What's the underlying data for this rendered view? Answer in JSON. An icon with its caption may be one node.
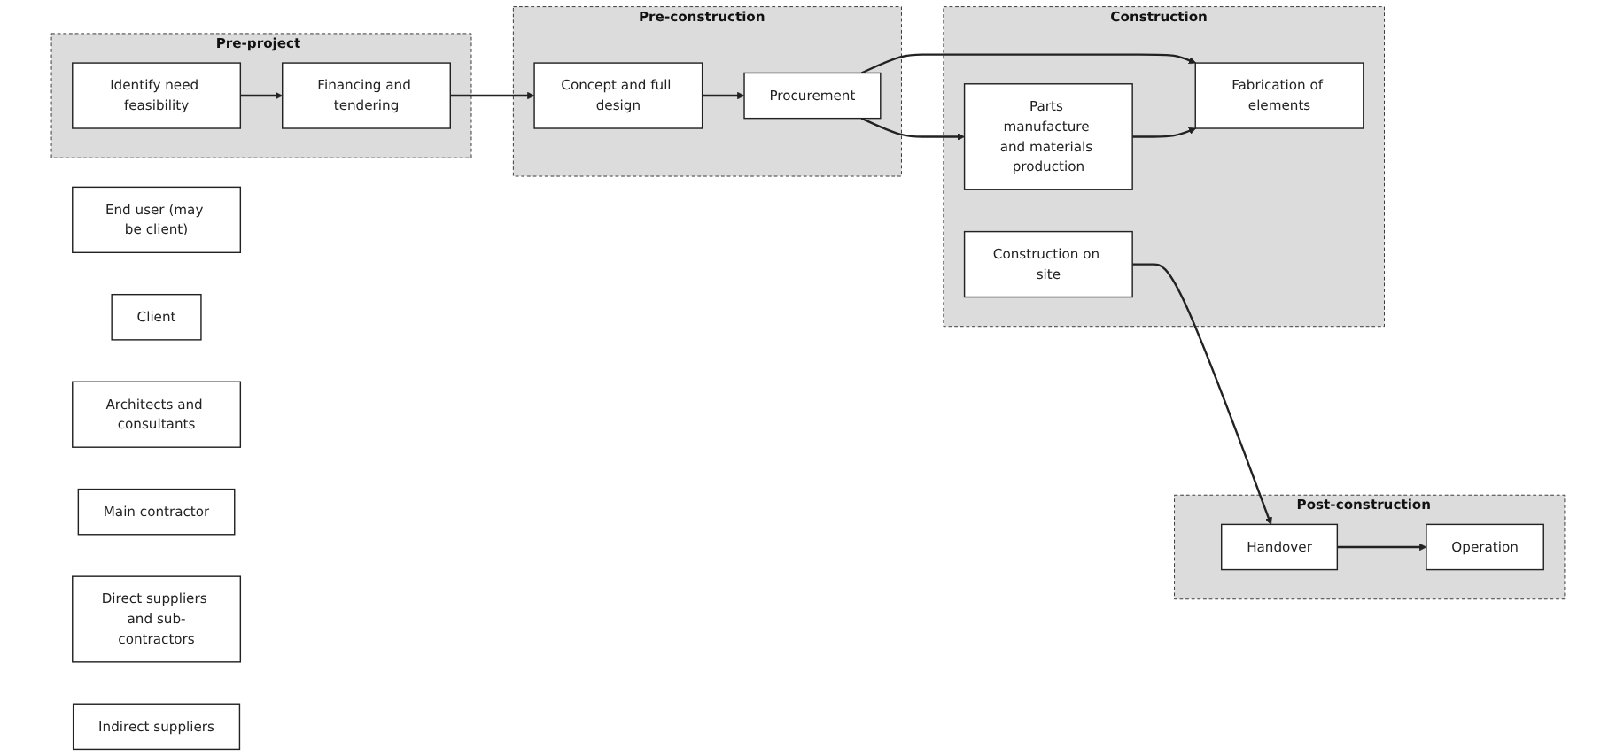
{
  "diagram": {
    "nodes": [
      {
        "text": [
          "End user (may be client)"
        ]
      },
      {
        "text": [
          "Client"
        ]
      },
      {
        "text": [
          "Architects and consultants"
        ]
      },
      {
        "text": [
          "Main contractor"
        ]
      },
      {
        "text": [
          "Direct suppliers and sub-contractors"
        ]
      },
      {
        "text": [
          "Indirect suppliers"
        ]
      },
      {
        "text": [
          "Pre-project"
        ]
      },
      {
        "text": [
          "Identify need feasibility"
        ],
        "in": 6
      },
      {
        "text": [
          "Financing and tendering"
        ],
        "in": 6
      },
      {
        "text": [
          "Pre-construction"
        ]
      },
      {
        "text": [
          "Concept and full design"
        ],
        "in": 9
      },
      {
        "text": [
          "Procurement"
        ],
        "in": 9
      },
      {
        "text": [
          "Post-construction"
        ]
      },
      {
        "text": [
          "Operation"
        ],
        "in": 12
      },
      {
        "text": [
          "Handover"
        ],
        "in": 12
      },
      {
        "text": [
          "Construction"
        ]
      },
      {
        "text": [
          "Construction on site"
        ],
        "in": 15
      },
      {
        "text": [
          "Fabrication of elements"
        ],
        "in": 15
      },
      {
        "text": [
          "Parts manufacture and materials production"
        ],
        "in": 15
      }
    ],
    "edges": [
      {
        "from": 7,
        "to": 8,
        "arrow": "to"
      },
      {
        "from": 8,
        "to": 10,
        "arrow": "to"
      },
      {
        "from": 10,
        "to": 11,
        "arrow": "to"
      },
      {
        "from": 11,
        "to": 17,
        "arrow": "to"
      },
      {
        "from": 11,
        "to": 18,
        "arrow": "to"
      },
      {
        "from": 18,
        "to": 17,
        "arrow": "to"
      },
      {
        "from": 16,
        "to": 14,
        "arrow": "to"
      },
      {
        "from": 14,
        "to": 13,
        "arrow": "to"
      }
    ]
  }
}
